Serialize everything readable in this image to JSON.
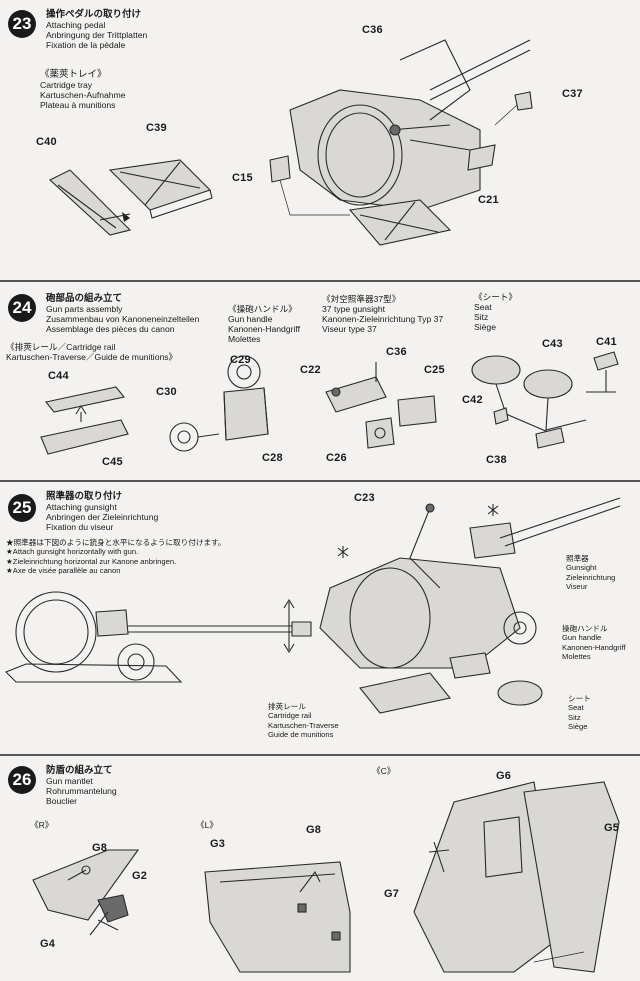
{
  "steps": [
    {
      "number": "23",
      "title_jp": "操作ペダルの取り付け",
      "title_en": "Attaching pedal",
      "title_de": "Anbringung der Trittplatten",
      "title_fr": "Fixation de la pédale",
      "sub_jp": "《薬莢トレイ》",
      "sub_en": "Cartridge tray",
      "sub_de": "Kartuschen-Aufnahme",
      "sub_fr": "Plateau à munitions",
      "labels": [
        "C36",
        "C37",
        "C39",
        "C40",
        "C15",
        "C21"
      ]
    },
    {
      "number": "24",
      "title_jp": "砲部品の組み立て",
      "title_en": "Gun parts assembly",
      "title_de": "Zusammenbau von Kanoneneinzelteilen",
      "title_fr": "Assemblage des pièces du canon",
      "rail_jp": "《排莢レール／Cartridge rail",
      "rail_de": "Kartuschen-Traverse／Guide de munitions》",
      "handle_jp": "《操砲ハンドル》",
      "handle_en": "Gun handle",
      "handle_de": "Kanonen-Handgriff",
      "handle_fr": "Molettes",
      "sight_jp": "《対空照準器37型》",
      "sight_en": "37 type gunsight",
      "sight_de": "Kanonen-Zieleinrichtung Typ 37",
      "sight_fr": "Viseur type 37",
      "seat_jp": "《シート》",
      "seat_en": "Seat",
      "seat_de": "Sitz",
      "seat_fr": "Siège",
      "labels": [
        "C44",
        "C45",
        "C30",
        "C29",
        "C28",
        "C36",
        "C22",
        "C25",
        "C26",
        "C41",
        "C43",
        "C42",
        "C38"
      ]
    },
    {
      "number": "25",
      "title_jp": "照準器の取り付け",
      "title_en": "Attaching gunsight",
      "title_de": "Anbringen der Zieleinrichtung",
      "title_fr": "Fixation du viseur",
      "notes": [
        "★照準器は下図のように銃身と水平になるように取り付けます。",
        "★Attach gunsight horizontally with gun.",
        "★Zieleinrichtung horizontal zur Kanone anbringen.",
        "★Axe de visée parallèle au canon"
      ],
      "callout_sight": [
        "照準器",
        "Gunsight",
        "Zieleinrichtung",
        "Viseur"
      ],
      "callout_handle": [
        "操砲ハンドル",
        "Gun handle",
        "Kanonen-Handgriff",
        "Molettes"
      ],
      "callout_seat": [
        "シート",
        "Seat",
        "Sitz",
        "Siège"
      ],
      "callout_rail": [
        "排莢レール",
        "Cartridge rail",
        "Kartuschen-Traverse",
        "Guide de munitions"
      ],
      "labels": [
        "C23"
      ]
    },
    {
      "number": "26",
      "title_jp": "防盾の組み立て",
      "title_en": "Gun mantlet",
      "title_de": "Rohrummantelung",
      "title_fr": "Bouclier",
      "sub_r": "《R》",
      "sub_l": "《L》",
      "sub_c": "《C》",
      "labels": [
        "G8",
        "G2",
        "G4",
        "G3",
        "G8",
        "G6",
        "G5",
        "G7"
      ]
    }
  ]
}
